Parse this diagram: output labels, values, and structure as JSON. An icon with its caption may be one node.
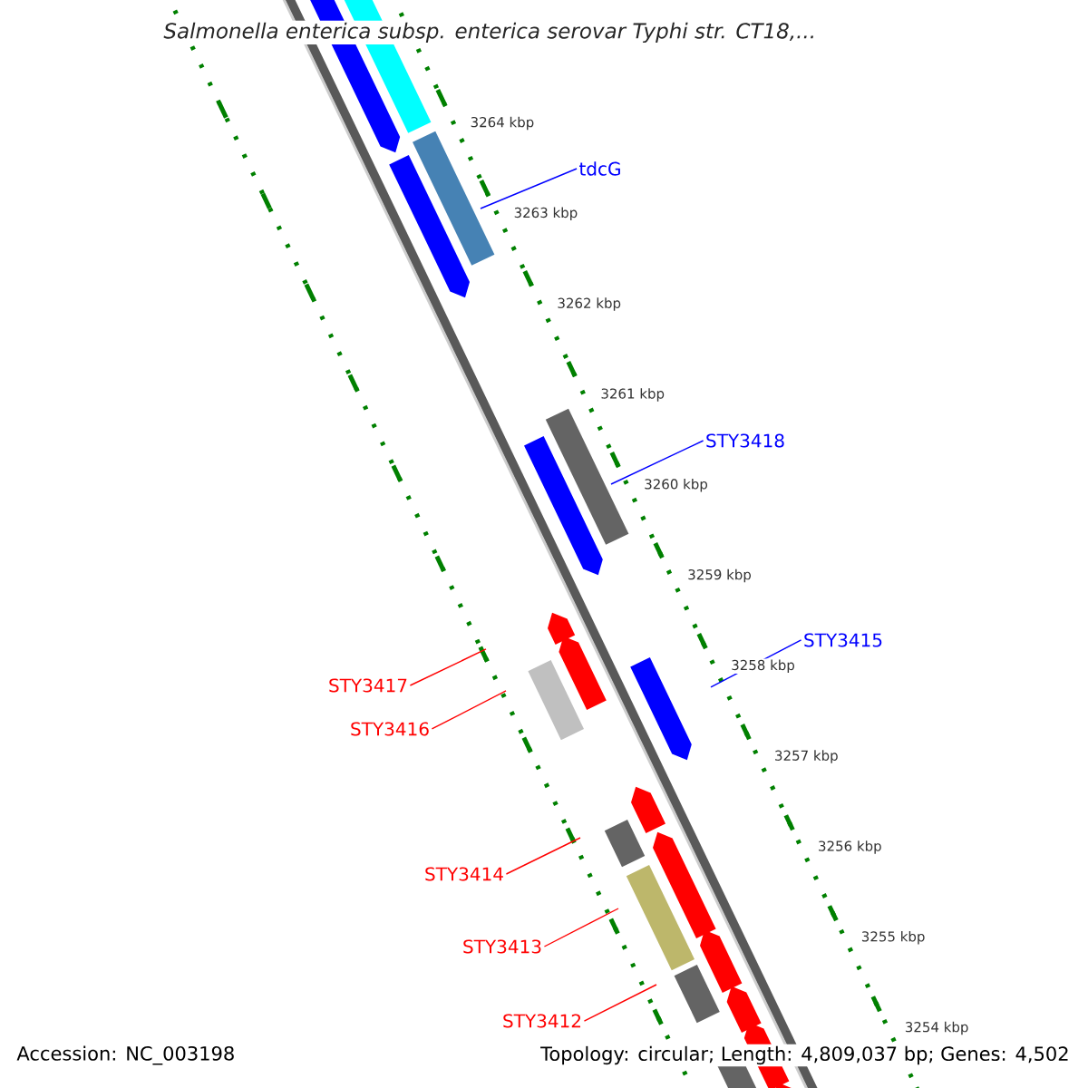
{
  "diagram": {
    "title": "Salmonella enterica subsp. enterica serovar Typhi str. CT18,...",
    "nodes": [
      {
        "text": [
          "tdcG"
        ]
      },
      {
        "text": [
          "STY3418"
        ]
      },
      {
        "text": [
          "STY3415"
        ]
      },
      {
        "text": [
          "STY3417"
        ]
      },
      {
        "text": [
          "STY3416"
        ]
      },
      {
        "text": [
          "STY3414"
        ]
      },
      {
        "text": [
          "STY3413"
        ]
      },
      {
        "text": [
          "STY3412"
        ]
      }
    ],
    "edges": [
      {
        "from": 0,
        "to": null,
        "arrow": "none",
        "color": "#0000ff"
      },
      {
        "from": 1,
        "to": null,
        "arrow": "none",
        "color": "#0000ff"
      },
      {
        "from": 2,
        "to": null,
        "arrow": "none",
        "color": "#0000ff"
      },
      {
        "from": 3,
        "to": null,
        "arrow": "none"
      },
      {
        "from": 4,
        "to": null,
        "arrow": "none"
      },
      {
        "from": 5,
        "to": null,
        "arrow": "none"
      },
      {
        "from": 6,
        "to": null,
        "arrow": "none"
      },
      {
        "from": 7,
        "to": null,
        "arrow": "none"
      }
    ],
    "labels": [
      "3264 kbp",
      "3263 kbp",
      "3262 kbp",
      "3261 kbp",
      "3260 kbp",
      "3259 kbp",
      "3258 kbp",
      "3257 kbp",
      "3256 kbp",
      "3255 kbp",
      "3254 kbp",
      "Accession: NC_003198",
      "Topology: circular; Length: 4,809,037 bp; Genes: 4,502"
    ]
  }
}
